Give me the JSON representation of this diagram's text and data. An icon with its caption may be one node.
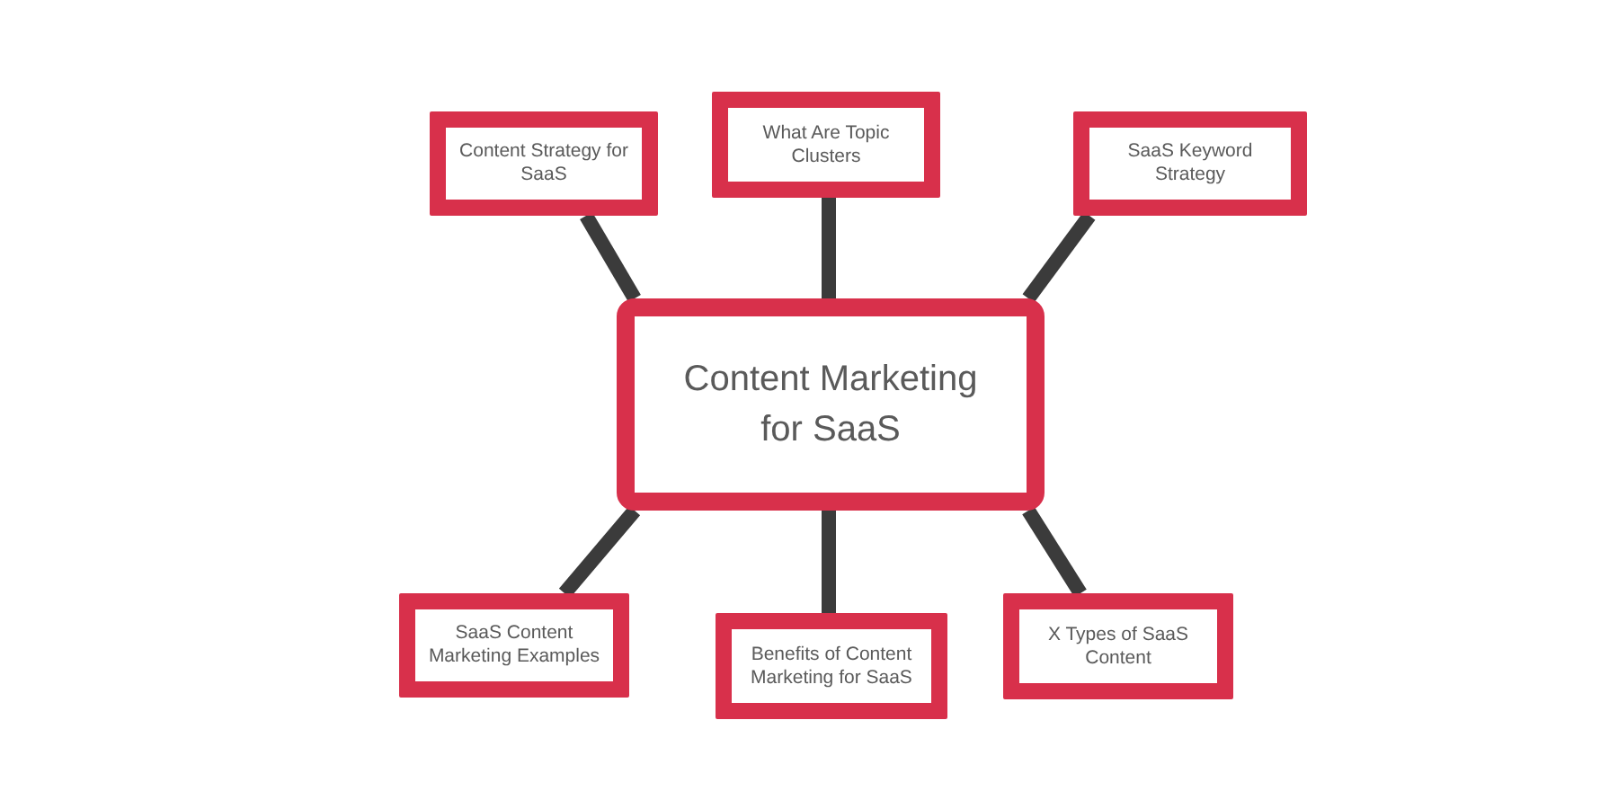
{
  "diagram": {
    "nodes": [
      {
        "text": [
          "Content Strategy for SaaS"
        ]
      },
      {
        "text": [
          "What Are Topic Clusters"
        ]
      },
      {
        "text": [
          "SaaS Keyword Strategy"
        ]
      },
      {
        "text": [
          "Content Marketing for SaaS"
        ]
      },
      {
        "text": [
          "SaaS Content Marketing Examples"
        ]
      },
      {
        "text": [
          "Benefits of Content Marketing for SaaS"
        ]
      },
      {
        "text": [
          "X Types of SaaS Content"
        ]
      }
    ],
    "edges": [
      {
        "from": 3,
        "to": 0,
        "arrow": "none"
      },
      {
        "from": 3,
        "to": 1,
        "arrow": "none"
      },
      {
        "from": 3,
        "to": 2,
        "arrow": "none"
      },
      {
        "from": 3,
        "to": 4,
        "arrow": "none"
      },
      {
        "from": 3,
        "to": 5,
        "arrow": "none"
      },
      {
        "from": 3,
        "to": 6,
        "arrow": "none"
      }
    ]
  }
}
